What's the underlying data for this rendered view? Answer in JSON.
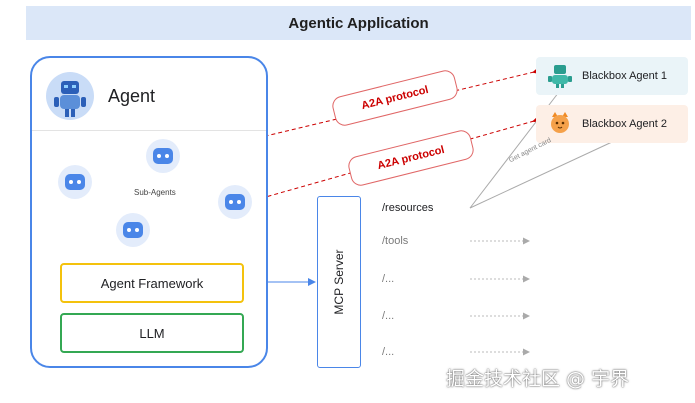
{
  "header": {
    "title": "Agentic Application"
  },
  "agent": {
    "title": "Agent",
    "sub_agents_label": "Sub-Agents",
    "framework_label": "Agent Framework",
    "llm_label": "LLM"
  },
  "mcp": {
    "label": "MCP Server",
    "resources": [
      "/resources",
      "/tools",
      "/...",
      "/...",
      "/..."
    ]
  },
  "remote_agents": [
    {
      "label": "Blackbox Agent 1"
    },
    {
      "label": "Blackbox Agent 2"
    }
  ],
  "a2a": {
    "protocol_labels": [
      "A2A protocol",
      "A2A protocol"
    ],
    "get_card_label": "Get agent card"
  },
  "watermark": "掘金技术社区 @ 宇界",
  "colors": {
    "header_bg": "#dbe7f8",
    "agent_border": "#4a86e8",
    "framework_border": "#f4c20d",
    "llm_border": "#34a853",
    "a2a_red": "#cc0000",
    "blackbox1_bg": "#eaf4f8",
    "blackbox2_bg": "#fdefe6"
  }
}
